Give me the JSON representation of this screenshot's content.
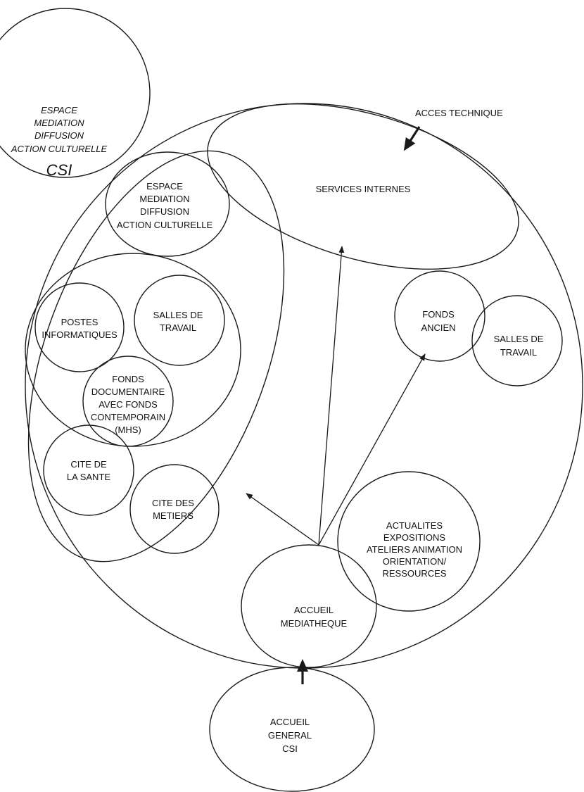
{
  "csi_external": {
    "lines": [
      "ESPACE",
      "MEDIATION",
      "DIFFUSION",
      "ACTION CULTURELLE"
    ],
    "title": "CSI"
  },
  "acces_technique": "ACCES TECHNIQUE",
  "services_internes": "SERVICES INTERNES",
  "espace_mediation": [
    "ESPACE",
    "MEDIATION",
    "DIFFUSION",
    "ACTION CULTURELLE"
  ],
  "postes_informatiques": [
    "POSTES",
    "INFORMATIQUES"
  ],
  "salles_de_travail_left": [
    "SALLES DE",
    "TRAVAIL"
  ],
  "fonds_documentaire": [
    "FONDS",
    "DOCUMENTAIRE",
    "AVEC FONDS",
    "CONTEMPORAIN",
    "(MHS)"
  ],
  "cite_de_la_sante": [
    "CITE DE",
    "LA SANTE"
  ],
  "cite_des_metiers": [
    "CITE DES",
    "METIERS"
  ],
  "fonds_ancien": [
    "FONDS",
    "ANCIEN"
  ],
  "salles_de_travail_right": [
    "SALLES DE",
    "TRAVAIL"
  ],
  "actualites": [
    "ACTUALITES",
    "EXPOSITIONS",
    "ATELIERS ANIMATION",
    "ORIENTATION/",
    "RESSOURCES"
  ],
  "accueil_mediatheque": [
    "ACCUEIL",
    "MEDIATHEQUE"
  ],
  "accueil_general": [
    "ACCUEIL",
    "GENERAL",
    "CSI"
  ]
}
